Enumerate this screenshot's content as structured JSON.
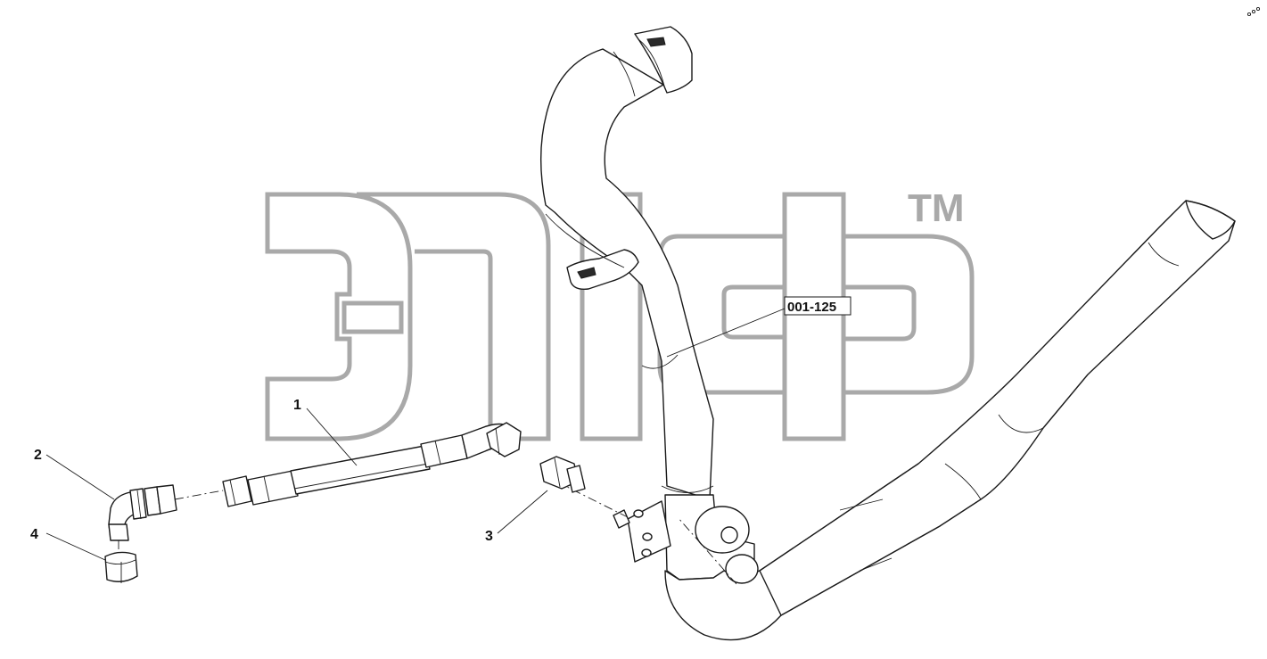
{
  "watermark": {
    "trademark": "TM",
    "logo": "ЭПФ"
  },
  "reference_label": "001-125",
  "callouts": [
    {
      "id": "hose",
      "text": "1"
    },
    {
      "id": "elbow",
      "text": "2"
    },
    {
      "id": "adapter",
      "text": "3"
    },
    {
      "id": "cap",
      "text": "4"
    }
  ],
  "colors": {
    "line": "#1a1a1a",
    "watermark": "#a9a9a9",
    "background": "#ffffff"
  }
}
